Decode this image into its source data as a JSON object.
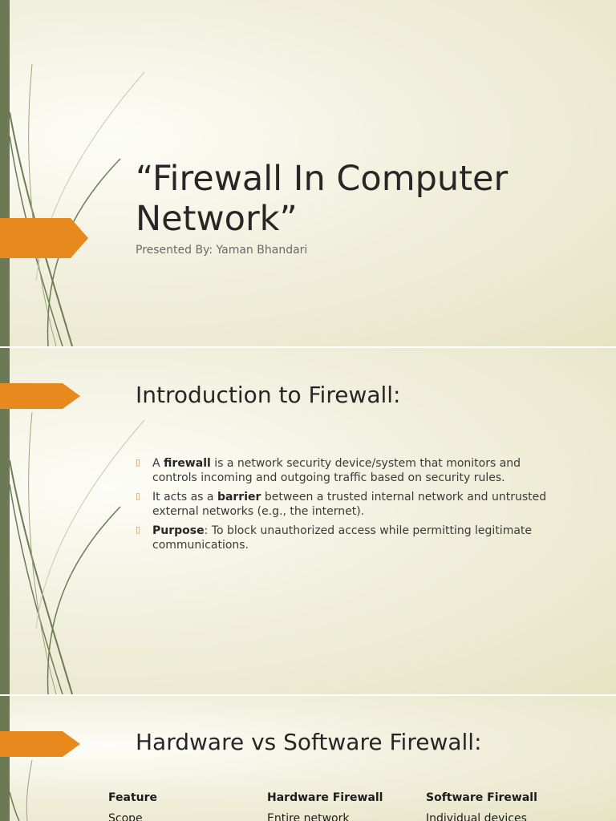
{
  "slide1": {
    "title": "“Firewall In Computer Network”",
    "subtitle": "Presented By: Yaman Bhandari"
  },
  "slide2": {
    "heading": "Introduction to Firewall:",
    "bullets": [
      {
        "pre": "A ",
        "bold": "firewall",
        "post": " is a network security device/system that monitors and controls incoming and outgoing traffic based on security rules."
      },
      {
        "pre": "It acts as a ",
        "bold": "barrier",
        "post": " between a trusted internal network and untrusted external networks (e.g., the internet)."
      },
      {
        "pre": "",
        "bold": "Purpose",
        "post": ": To block unauthorized access while permitting legitimate communications."
      }
    ]
  },
  "slide3": {
    "heading": "Hardware vs Software Firewall:",
    "table": {
      "headers": [
        "Feature",
        "Hardware Firewall",
        "Software Firewall"
      ],
      "rows": [
        [
          "Scope",
          "Entire network",
          "Individual devices"
        ]
      ]
    }
  },
  "colors": {
    "accent": "#e8891d",
    "bar": "#6b7a55",
    "curve": "#6d7b54"
  }
}
